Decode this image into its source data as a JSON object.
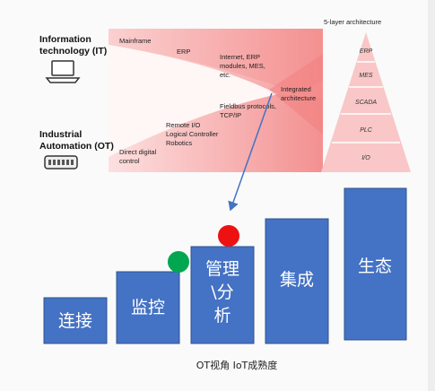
{
  "it_label": [
    "Information",
    "technology (IT)"
  ],
  "ot_label": [
    "Industrial",
    "Automation (OT)"
  ],
  "stages": {
    "mainframe": "Mainframe",
    "erp": "ERP",
    "internet": [
      "Internet, ERP",
      "modules, MES,",
      "etc."
    ],
    "integrated": [
      "Integrated",
      "architecture"
    ],
    "fieldbus": [
      "Fieldbus protocols,",
      "TCP/IP"
    ],
    "remote": [
      "Remote I/O",
      "Logical Controller",
      "Robotics"
    ],
    "ddc": [
      "Direct digital",
      "control"
    ]
  },
  "pyramid": {
    "title": "5-layer architecture",
    "layers": [
      "ERP",
      "MES",
      "SCADA",
      "PLC",
      "I/O"
    ]
  },
  "blocks": [
    {
      "lines": [
        "连接"
      ]
    },
    {
      "lines": [
        "监控"
      ]
    },
    {
      "lines": [
        "管理",
        "\\分",
        "析"
      ]
    },
    {
      "lines": [
        "集成"
      ]
    },
    {
      "lines": [
        "生态"
      ]
    }
  ],
  "caption": "OT视角 IoT成熟度",
  "colors": {
    "block_blue": "#4472c4",
    "block_border": "#2f528f",
    "green_dot": "#00a650",
    "red_dot": "#ee1111",
    "arrow": "#4472c4"
  }
}
